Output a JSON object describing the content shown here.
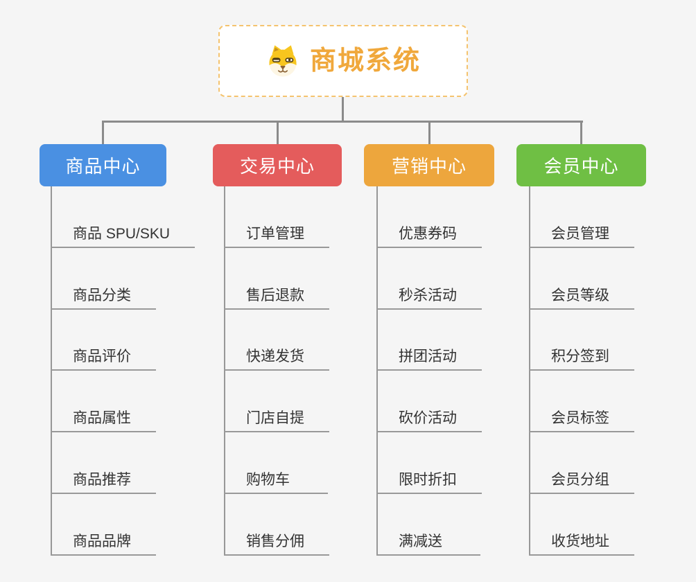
{
  "diagram": {
    "type": "mindmap-org-tree",
    "background_color": "#f5f5f5",
    "connector_color": "#8b8b8b",
    "root": {
      "title": "商城系统",
      "icon": "shiba-dog-icon",
      "text_color": "#f0a83c",
      "border_color": "#f4c36e",
      "fill_color": "#ffffff"
    },
    "branches": [
      {
        "label": "商品中心",
        "color": "#4a90e2",
        "children": [
          "商品 SPU/SKU",
          "商品分类",
          "商品评价",
          "商品属性",
          "商品推荐",
          "商品品牌"
        ]
      },
      {
        "label": "交易中心",
        "color": "#e45c5c",
        "children": [
          "订单管理",
          "售后退款",
          "快递发货",
          "门店自提",
          "购物车",
          "销售分佣"
        ]
      },
      {
        "label": "营销中心",
        "color": "#eda63d",
        "children": [
          "优惠券码",
          "秒杀活动",
          "拼团活动",
          "砍价活动",
          "限时折扣",
          "满减送"
        ]
      },
      {
        "label": "会员中心",
        "color": "#6fbf44",
        "children": [
          "会员管理",
          "会员等级",
          "积分签到",
          "会员标签",
          "会员分组",
          "收货地址"
        ]
      }
    ]
  }
}
